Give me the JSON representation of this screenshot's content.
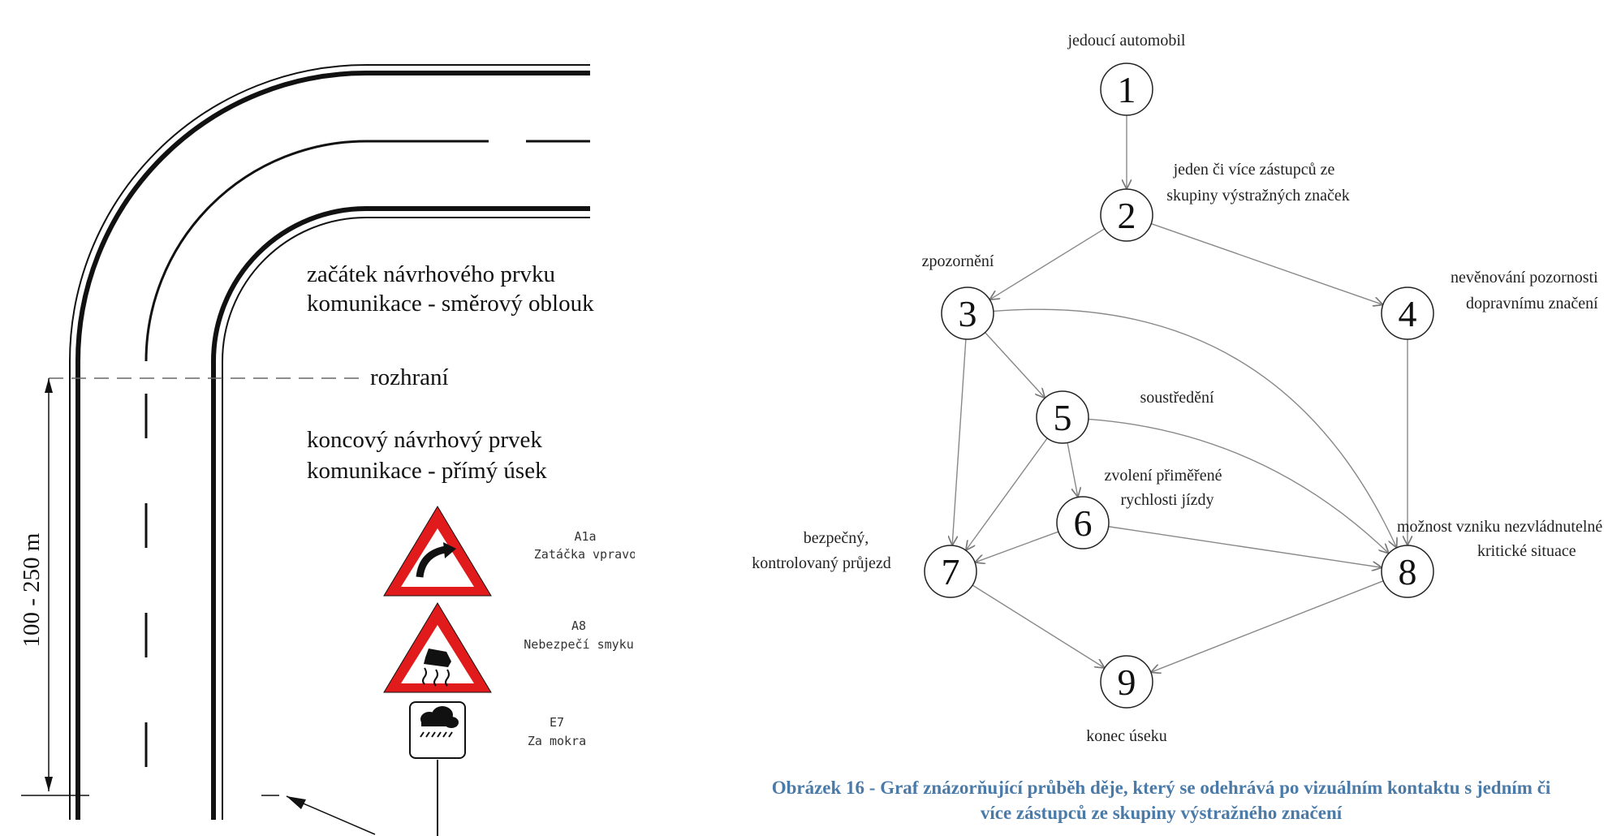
{
  "road": {
    "label_start": [
      "začátek návrhového prvku",
      "komunikace - směrový oblouk"
    ],
    "interface": "rozhraní",
    "label_end": [
      "koncový návrhový prvek",
      "komunikace - přímý úsek"
    ],
    "distance": "100 - 250 m"
  },
  "signs": [
    {
      "code": "A1a",
      "name": "Zatáčka vpravo",
      "icon": "curve-right-icon"
    },
    {
      "code": "A8",
      "name": "Nebezpečí smyku",
      "icon": "skid-car-icon"
    },
    {
      "code": "E7",
      "name": "Za mokra",
      "icon": "rain-cloud-icon"
    }
  ],
  "graph": {
    "nodes": [
      {
        "id": "1",
        "label": "jedoucí automobil"
      },
      {
        "id": "2",
        "label": "jeden či více zástupců ze skupiny výstražných značek"
      },
      {
        "id": "3",
        "label": "zpozornění"
      },
      {
        "id": "4",
        "label": "nevěnování pozornosti dopravnímu značení"
      },
      {
        "id": "5",
        "label": "soustředění"
      },
      {
        "id": "6",
        "label": "zvolení přiměřené rychlosti jízdy"
      },
      {
        "id": "7",
        "label": "bezpečný, kontrolovaný průjezd"
      },
      {
        "id": "8",
        "label": "možnost vzniku nezvládnutelné kritické situace"
      },
      {
        "id": "9",
        "label": "konec úseku"
      }
    ],
    "edges": [
      [
        "1",
        "2"
      ],
      [
        "2",
        "3"
      ],
      [
        "2",
        "4"
      ],
      [
        "3",
        "5"
      ],
      [
        "3",
        "7"
      ],
      [
        "3",
        "8"
      ],
      [
        "4",
        "8"
      ],
      [
        "5",
        "6"
      ],
      [
        "5",
        "7"
      ],
      [
        "5",
        "8"
      ],
      [
        "6",
        "7"
      ],
      [
        "6",
        "8"
      ],
      [
        "7",
        "9"
      ],
      [
        "8",
        "9"
      ]
    ],
    "visible_text": {
      "n1": "jedoucí automobil",
      "n2_line1": "jeden či více zástupců ze",
      "n2_line2": "skupiny výstražných značek",
      "n3": "zpozornění",
      "n4_line1": "nevěnování pozornosti",
      "n4_line2": "dopravnímu značení",
      "n5": "soustředění",
      "n6_line1": "zvolení přiměřené",
      "n6_line2": "rychlosti jízdy",
      "n7_line1": "bezpečný,",
      "n7_line2": "kontrolovaný průjezd",
      "n8_line1": "možnost vzniku nezvládnutelné",
      "n8_line2": "kritické situace",
      "n9": "konec úseku"
    }
  },
  "caption": {
    "line1": "Obrázek 16 - Graf znázorňující průběh děje, který se odehrává po vizuálním kontaktu s jedním či",
    "line2": "více zástupců ze skupiny výstražného značení"
  },
  "colors": {
    "caption": "#4a7aa8",
    "sign_red": "#e11b1b",
    "line": "#111111",
    "edge": "#888888"
  }
}
